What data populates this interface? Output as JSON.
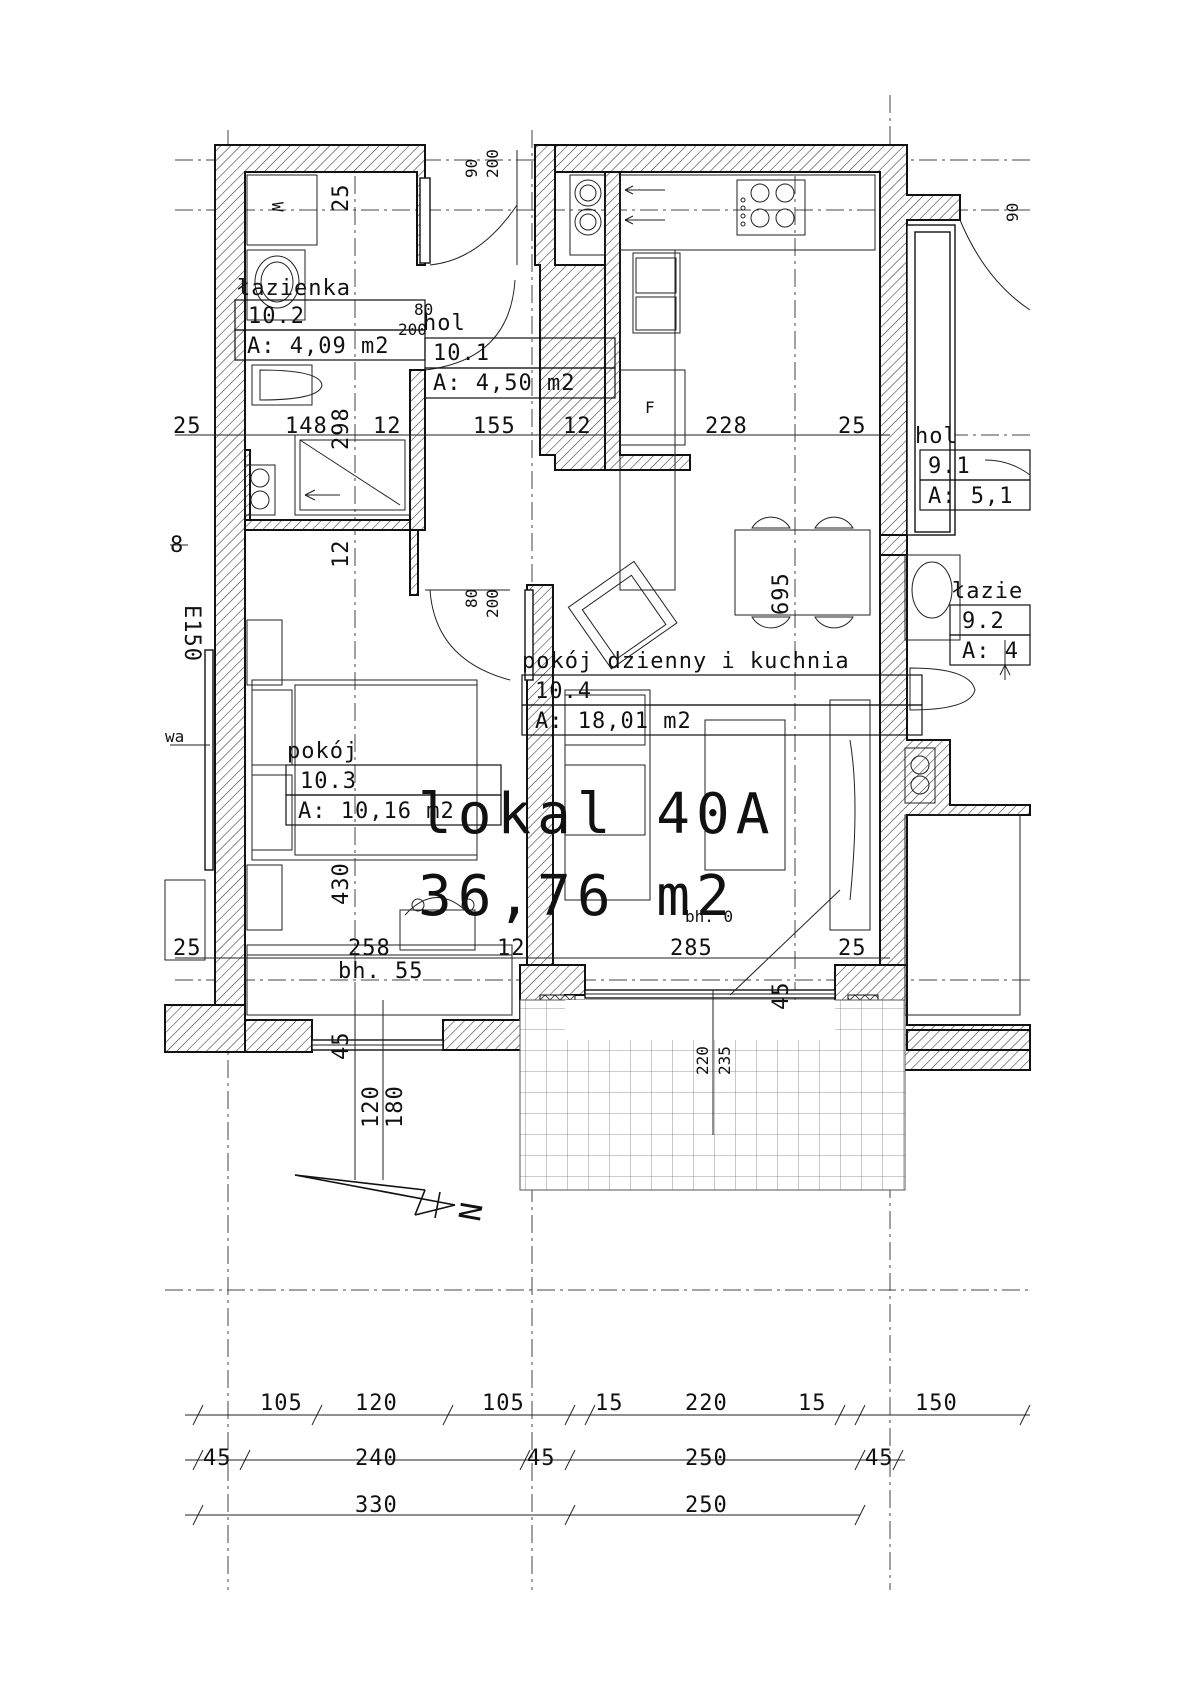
{
  "unit": {
    "name": "lokal 40A",
    "area": "36,76 m2"
  },
  "rooms": [
    {
      "name": "łazienka",
      "number": "10.2",
      "area": "A: 4,09 m2"
    },
    {
      "name": "hol",
      "number": "10.1",
      "area": "A: 4,50 m2"
    },
    {
      "name": "pokój",
      "number": "10.3",
      "area": "A: 10,16 m2"
    },
    {
      "name": "pokój dzienny i kuchnia",
      "number": "10.4",
      "area": "A: 18,01 m2"
    },
    {
      "name": "hol",
      "number": "9.1",
      "area": "A: 5,1"
    },
    {
      "name": "łazie",
      "number": "9.2",
      "area": "A: 4"
    }
  ],
  "door_labels": {
    "top_left": [
      "90",
      "200"
    ],
    "top_right": [
      "90"
    ],
    "hall_small": [
      "80",
      "200"
    ],
    "middle": [
      "80",
      "200"
    ]
  },
  "inner_dims": {
    "row1": [
      "25",
      "148",
      "12",
      "155",
      "12",
      "228",
      "25"
    ],
    "row2": [
      "25",
      "258",
      "12",
      "285",
      "25"
    ],
    "vertical": [
      "25",
      "298",
      "12",
      "695",
      "430",
      "45",
      "45",
      "120",
      "180",
      "220",
      "235"
    ],
    "misc": [
      "8",
      "E150",
      "wa",
      "bh. 55",
      "bh. 0"
    ]
  },
  "bottom_dims": {
    "row1": [
      "105",
      "120",
      "105",
      "15",
      "220",
      "15",
      "150"
    ],
    "row2": [
      "45",
      "240",
      "45",
      "250",
      "45"
    ],
    "row3": [
      "330",
      "250"
    ]
  },
  "symbols": {
    "north": "N",
    "fridge": "F",
    "washer": "W"
  },
  "colors": {
    "line": "#111111",
    "background": "#ffffff"
  }
}
